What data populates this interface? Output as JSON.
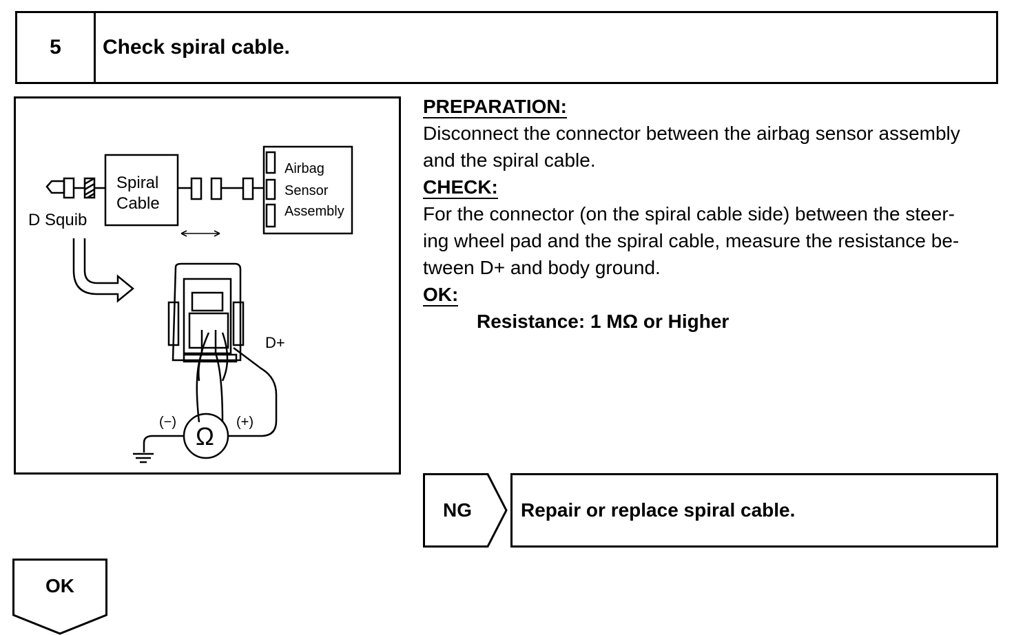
{
  "step": {
    "number": "5",
    "title": "Check spiral cable."
  },
  "figure": {
    "labels": {
      "spiral": "Spiral",
      "cable": "Cable",
      "d_squib": "D Squib",
      "airbag": "Airbag",
      "sensor": "Sensor",
      "assembly": "Assembly",
      "d_plus": "D+",
      "minus": "(−)",
      "plus": "(+)",
      "ohm": "Ω"
    }
  },
  "instructions": {
    "preparation_heading": "PREPARATION:",
    "preparation_line1": "Disconnect the connector between the airbag sensor assembly",
    "preparation_line2": "and the spiral cable.",
    "check_heading": "CHECK:",
    "check_line1": "For the connector (on the spiral cable side) between the steer-",
    "check_line2": "ing wheel pad and the spiral cable, measure the resistance be-",
    "check_line3": "tween D+ and body ground.",
    "ok_heading": "OK:",
    "spec": "Resistance:  1 MΩ or Higher"
  },
  "ng_branch": {
    "tag": "NG",
    "action": "Repair or replace spiral cable."
  },
  "ok_branch": {
    "tag": "OK"
  }
}
